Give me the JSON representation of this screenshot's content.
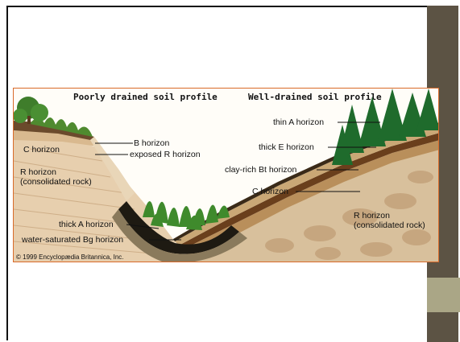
{
  "slide": {
    "colors": {
      "sidebar": "#5c5344",
      "sidebar_accent": "#aaa686",
      "figure_border": "#d96a2a"
    }
  },
  "diagram": {
    "title_left": "Poorly drained soil profile",
    "title_right": "Well-drained soil profile",
    "labels_left": {
      "c_horizon": "C horizon",
      "b_horizon": "B horizon",
      "exposed_r": "exposed R horizon",
      "r_horizon_line1": "R horizon",
      "r_horizon_line2": "(consolidated rock)",
      "thick_a": "thick A horizon",
      "water_saturated": "water-saturated Bg horizon"
    },
    "labels_right": {
      "thin_a": "thin A horizon",
      "thick_e": "thick E horizon",
      "clay_rich": "clay-rich Bt horizon",
      "c_horizon": "C horizon",
      "r_horizon_line1": "R horizon",
      "r_horizon_line2": "(consolidated rock)"
    },
    "copyright": "© 1999 Encyclopædia Britannica, Inc."
  }
}
